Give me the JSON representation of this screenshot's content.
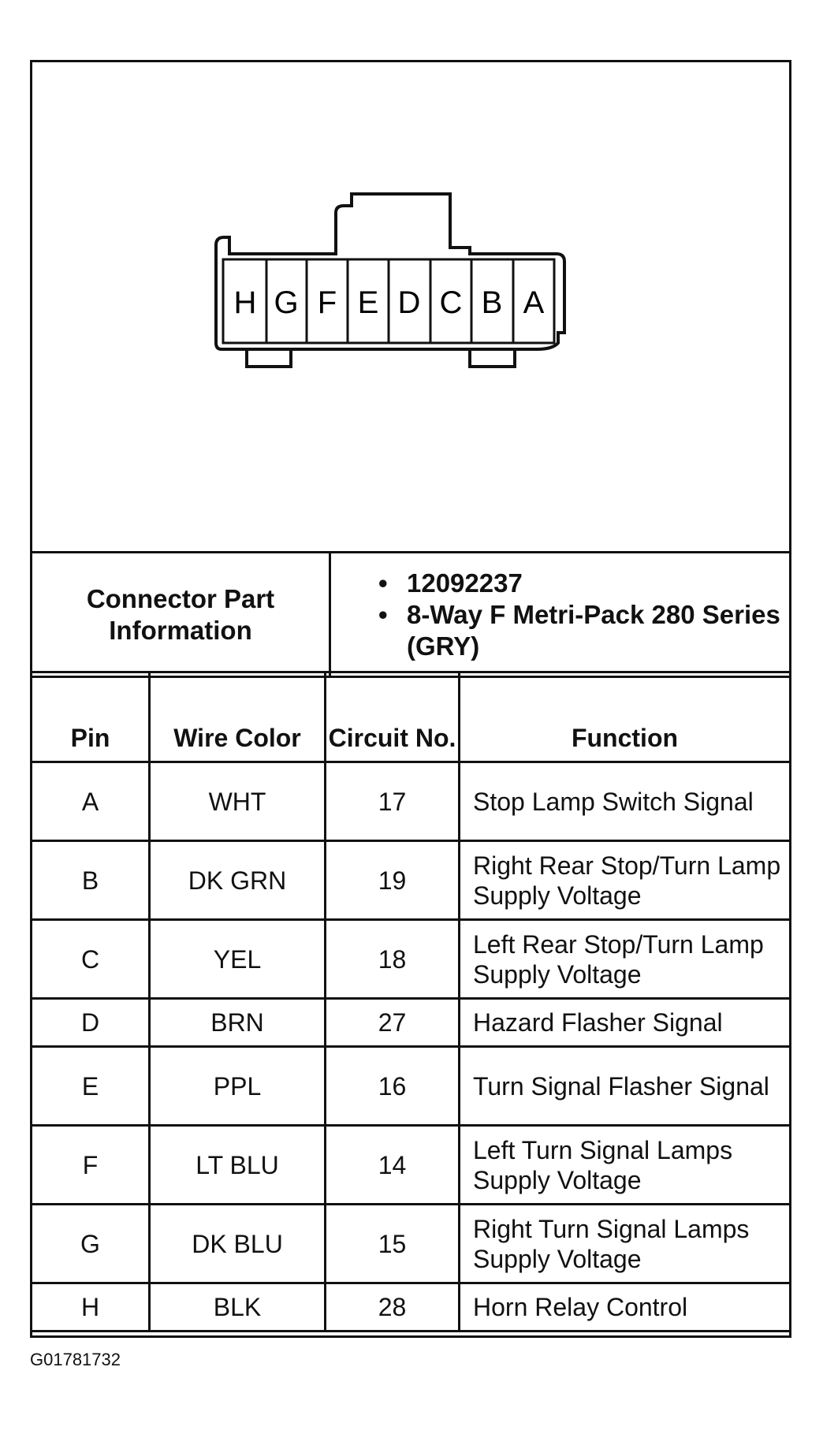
{
  "connector": {
    "pins": [
      "H",
      "G",
      "F",
      "E",
      "D",
      "C",
      "B",
      "A"
    ]
  },
  "part_info": {
    "label": "Connector Part Information",
    "values": [
      "12092237",
      "8-Way F Metri-Pack 280 Series (GRY)"
    ]
  },
  "table": {
    "headers": {
      "pin": "Pin",
      "wire": "Wire Color",
      "circuit": "Circuit No.",
      "function": "Function"
    },
    "rows": [
      {
        "pin": "A",
        "wire": "WHT",
        "circuit": "17",
        "function": "Stop Lamp Switch Signal"
      },
      {
        "pin": "B",
        "wire": "DK GRN",
        "circuit": "19",
        "function": "Right Rear Stop/Turn Lamp Supply Voltage"
      },
      {
        "pin": "C",
        "wire": "YEL",
        "circuit": "18",
        "function": "Left Rear Stop/Turn Lamp Supply Voltage"
      },
      {
        "pin": "D",
        "wire": "BRN",
        "circuit": "27",
        "function": "Hazard Flasher Signal"
      },
      {
        "pin": "E",
        "wire": "PPL",
        "circuit": "16",
        "function": "Turn Signal Flasher Signal"
      },
      {
        "pin": "F",
        "wire": "LT BLU",
        "circuit": "14",
        "function": "Left Turn Signal Lamps Supply Voltage"
      },
      {
        "pin": "G",
        "wire": "DK BLU",
        "circuit": "15",
        "function": "Right Turn Signal Lamps Supply Voltage"
      },
      {
        "pin": "H",
        "wire": "BLK",
        "circuit": "28",
        "function": "Horn Relay Control"
      }
    ]
  },
  "figure_id": "G01781732"
}
